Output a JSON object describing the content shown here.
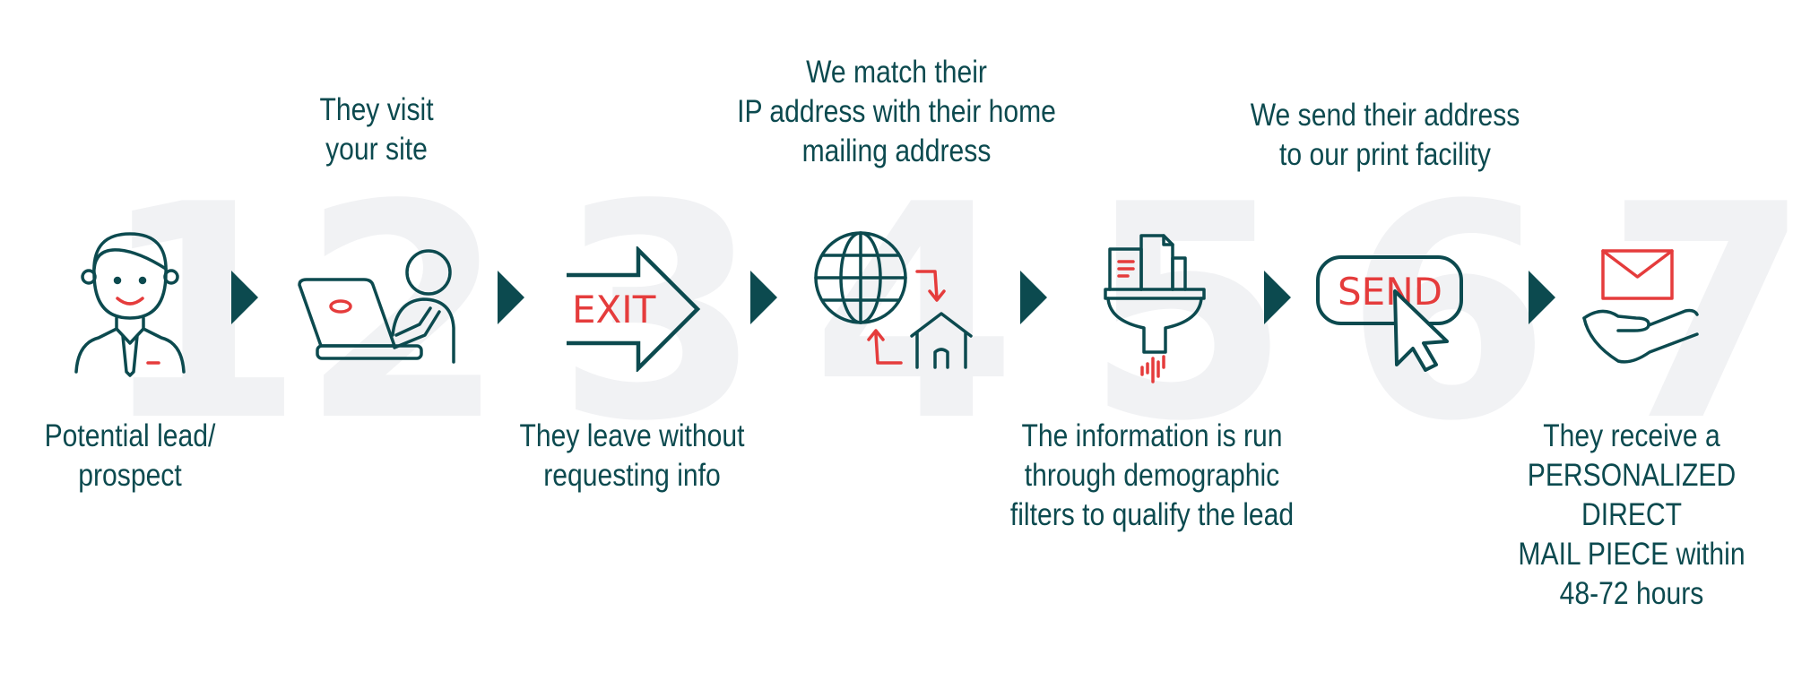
{
  "steps": [
    {
      "number": "1",
      "caption": "Potential lead/\nprospect",
      "icon": "person-icon"
    },
    {
      "number": "2",
      "caption": "They visit\nyour site",
      "icon": "laptop-user-icon"
    },
    {
      "number": "3",
      "caption": "They leave without\nrequesting info",
      "icon": "exit-arrow-icon",
      "icon_text": "EXIT"
    },
    {
      "number": "4",
      "caption": "We match their\nIP address with their home\nmailing address",
      "icon": "globe-house-icon"
    },
    {
      "number": "5",
      "caption": "The information is run\nthrough demographic\nfilters to qualify the lead",
      "icon": "funnel-filter-icon"
    },
    {
      "number": "6",
      "caption": "We send their address\nto our print facility",
      "icon": "send-cursor-icon",
      "icon_text": "SEND"
    },
    {
      "number": "7",
      "caption": "They receive a\nPERSONALIZED DIRECT\nMAIL PIECE within\n48-72 hours",
      "icon": "hand-envelope-icon"
    }
  ],
  "colors": {
    "primary": "#0c4a4f",
    "accent": "#e53c3c",
    "numeral": "#f1f2f4"
  }
}
